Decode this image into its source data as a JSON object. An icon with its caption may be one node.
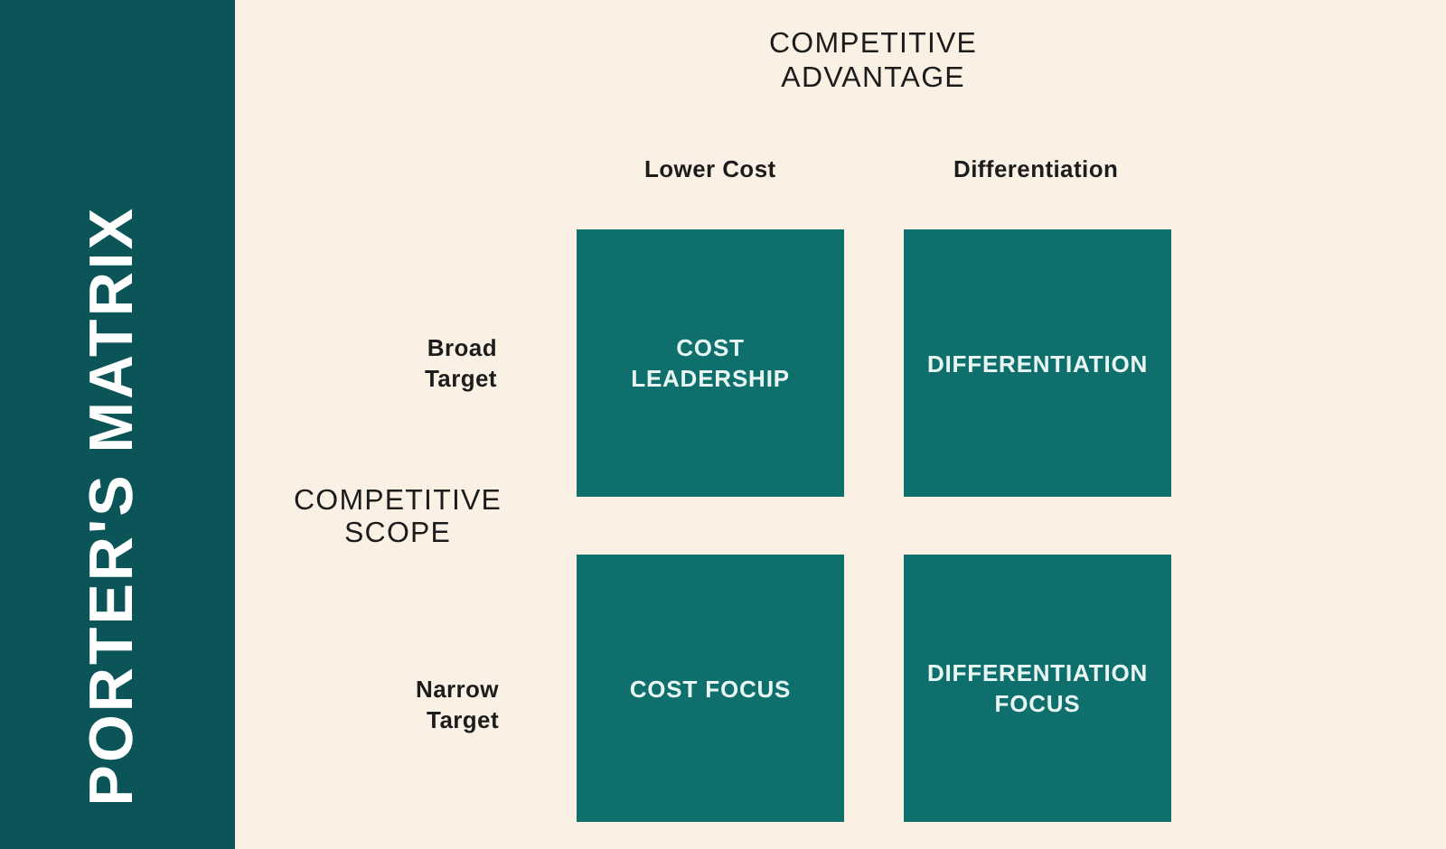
{
  "diagram": {
    "title": "PORTER'S MATRIX",
    "nodes": [
      {
        "text": [
          "COST LEADERSHIP"
        ]
      },
      {
        "text": [
          "DIFFERENTIATION"
        ]
      },
      {
        "text": [
          "COST FOCUS"
        ]
      },
      {
        "text": [
          "DIFFERENTIATION FOCUS"
        ]
      }
    ],
    "labels": [
      "COMPETITIVE ADVANTAGE",
      "Lower Cost",
      "Differentiation",
      "Broad Target",
      "COMPETITIVE SCOPE",
      "Narrow Target"
    ]
  }
}
